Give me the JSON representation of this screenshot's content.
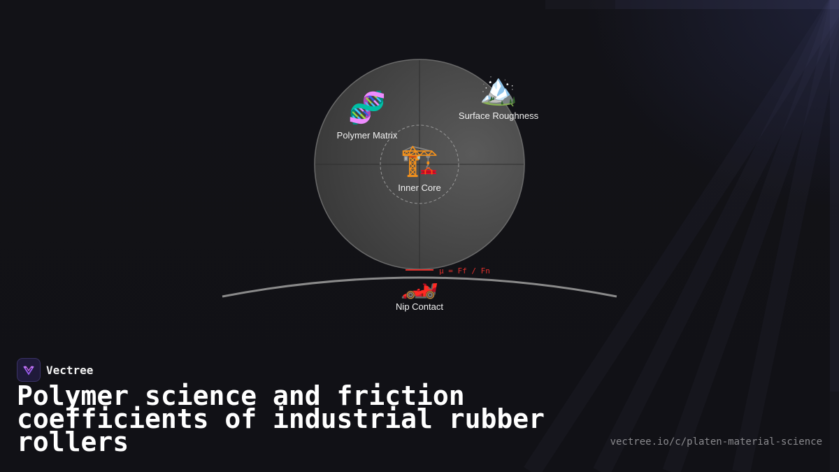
{
  "diagram": {
    "nodes": [
      {
        "id": "polymer",
        "icon": "dna-icon",
        "glyph": "🧬",
        "label": "Polymer Matrix"
      },
      {
        "id": "surface",
        "icon": "mountain-icon",
        "glyph": "🏔️",
        "label": "Surface Roughness"
      },
      {
        "id": "core",
        "icon": "crane-icon",
        "glyph": "🏗️",
        "label": "Inner Core"
      },
      {
        "id": "nip",
        "icon": "race-car-icon",
        "glyph": "🏎️",
        "label": "Nip Contact"
      }
    ],
    "formula": "μ = Ff / Fn",
    "colors": {
      "roller": "#4a4a4a",
      "accent": "#e0302b",
      "substrate": "#8a8a8a"
    }
  },
  "brand": {
    "name": "Vectree",
    "logo_icon": "vectree-logo-icon"
  },
  "headline": "Polymer science and friction coefficients of industrial rubber rollers",
  "url": "vectree.io/c/platen-material-science"
}
